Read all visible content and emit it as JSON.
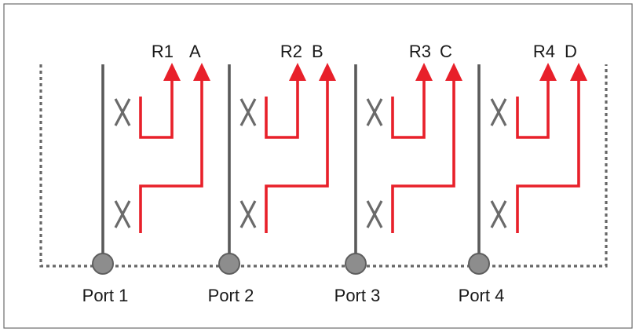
{
  "ports": [
    {
      "port_label": "Port 1",
      "route_label": "R1",
      "letter_label": "A"
    },
    {
      "port_label": "Port 2",
      "route_label": "R2",
      "letter_label": "B"
    },
    {
      "port_label": "Port 3",
      "route_label": "R3",
      "letter_label": "C"
    },
    {
      "port_label": "Port 4",
      "route_label": "R4",
      "letter_label": "D"
    }
  ],
  "colors": {
    "signal_path": "#e8202a",
    "post_line": "#5a5a5a",
    "bus_line": "#666666",
    "node_fill": "#8d8d8d",
    "frame": "#6b6b6b"
  }
}
